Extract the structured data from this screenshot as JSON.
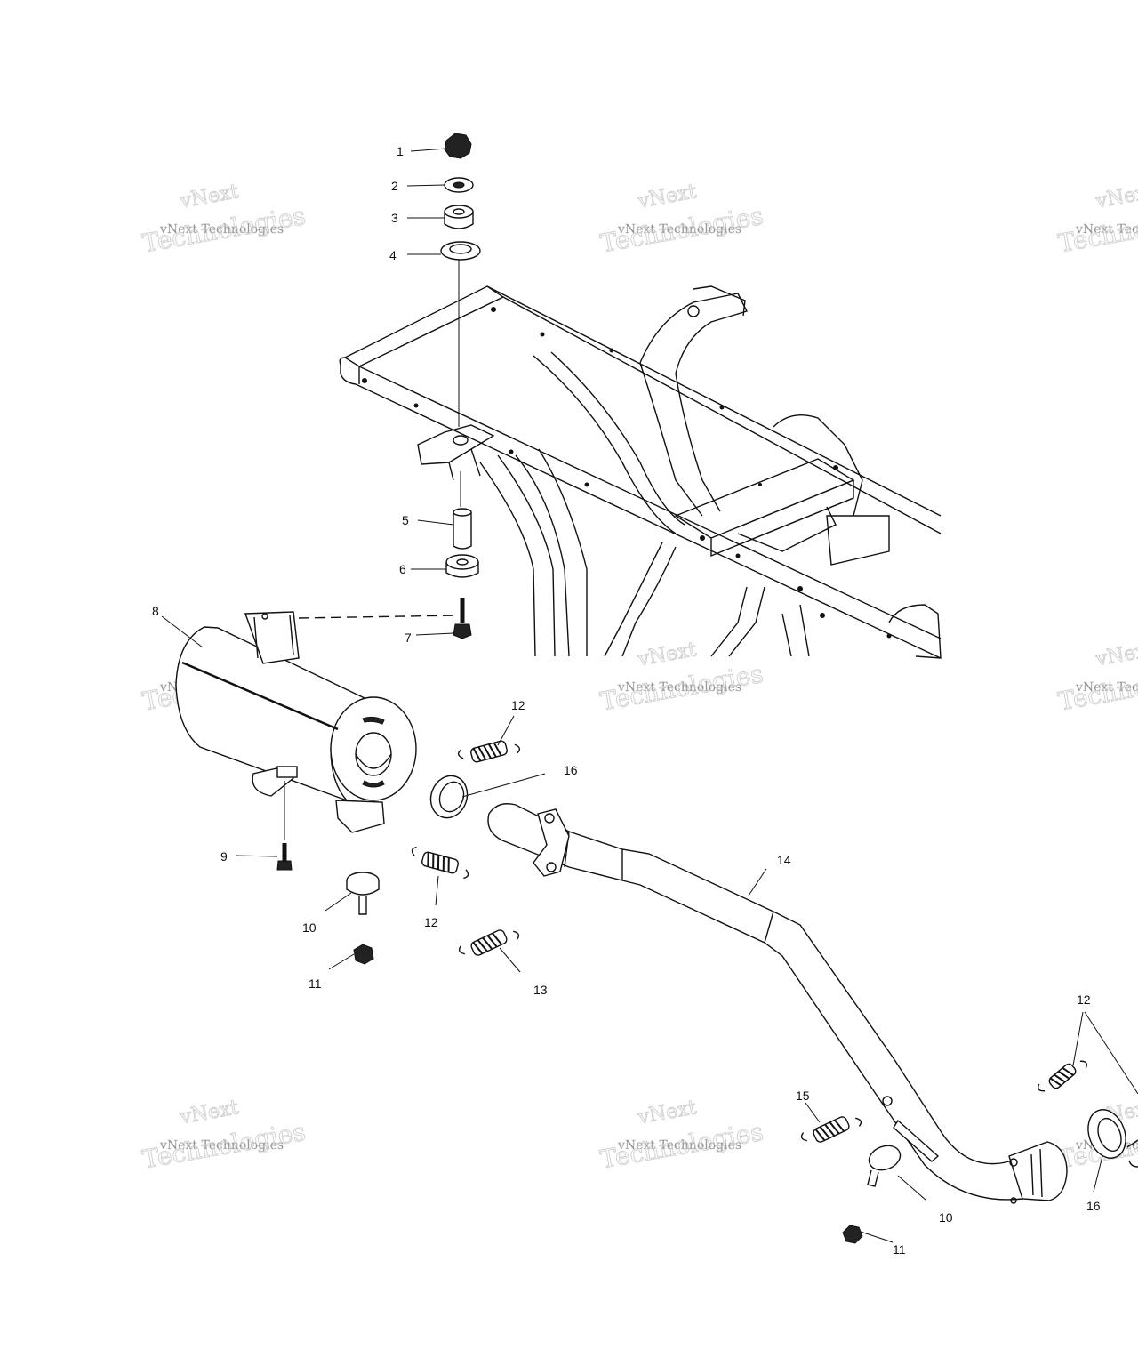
{
  "watermark": {
    "line1": "vNext",
    "line2": "vNext Technologies",
    "line3": "Technologies"
  },
  "callouts": {
    "c1": "1",
    "c2": "2",
    "c3": "3",
    "c4": "4",
    "c5": "5",
    "c6": "6",
    "c7": "7",
    "c8": "8",
    "c9": "9",
    "c10a": "10",
    "c10b": "10",
    "c11a": "11",
    "c11b": "11",
    "c12a": "12",
    "c12b": "12",
    "c12c": "12",
    "c13": "13",
    "c14": "14",
    "c15": "15",
    "c16a": "16",
    "c16b": "16"
  },
  "colors": {
    "line": "#111111",
    "watermark": "#bdbdbd",
    "background": "#ffffff"
  }
}
